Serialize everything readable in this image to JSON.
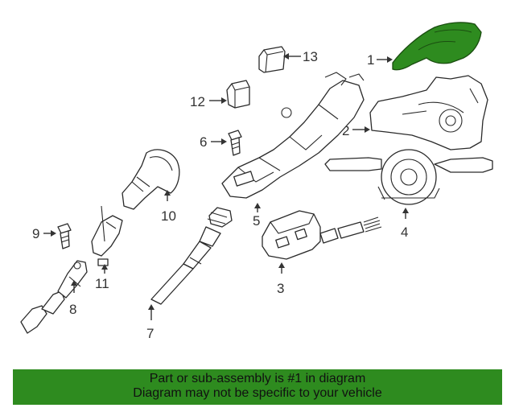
{
  "banner": {
    "line1": "Part or sub-assembly is #1 in diagram",
    "line2": "Diagram may not be specific to your vehicle",
    "color": "#2e8b1f"
  },
  "highlight_color": "#2e8b1f",
  "callouts": {
    "c1": "1",
    "c2": "2",
    "c3": "3",
    "c4": "4",
    "c5": "5",
    "c6": "6",
    "c7": "7",
    "c8": "8",
    "c9": "9",
    "c10": "10",
    "c11": "11",
    "c12": "12",
    "c13": "13"
  }
}
